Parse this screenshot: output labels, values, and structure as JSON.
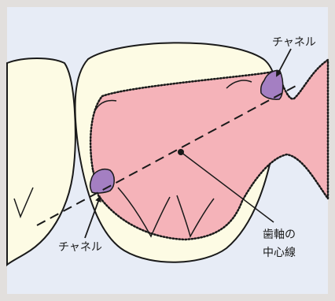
{
  "labels": {
    "channel_top": "チャネル",
    "channel_bottom": "チャネル",
    "axis_line1": "歯軸の",
    "axis_line2": "中心線"
  },
  "colors": {
    "outer_background": "#e2dfdd",
    "panel_background": "#e7ecf6",
    "tooth_fill": "#fdfbe4",
    "gingiva_fill": "#f5b3b9",
    "channel_fill": "#a47fc2",
    "line": "#1a1a1a"
  }
}
